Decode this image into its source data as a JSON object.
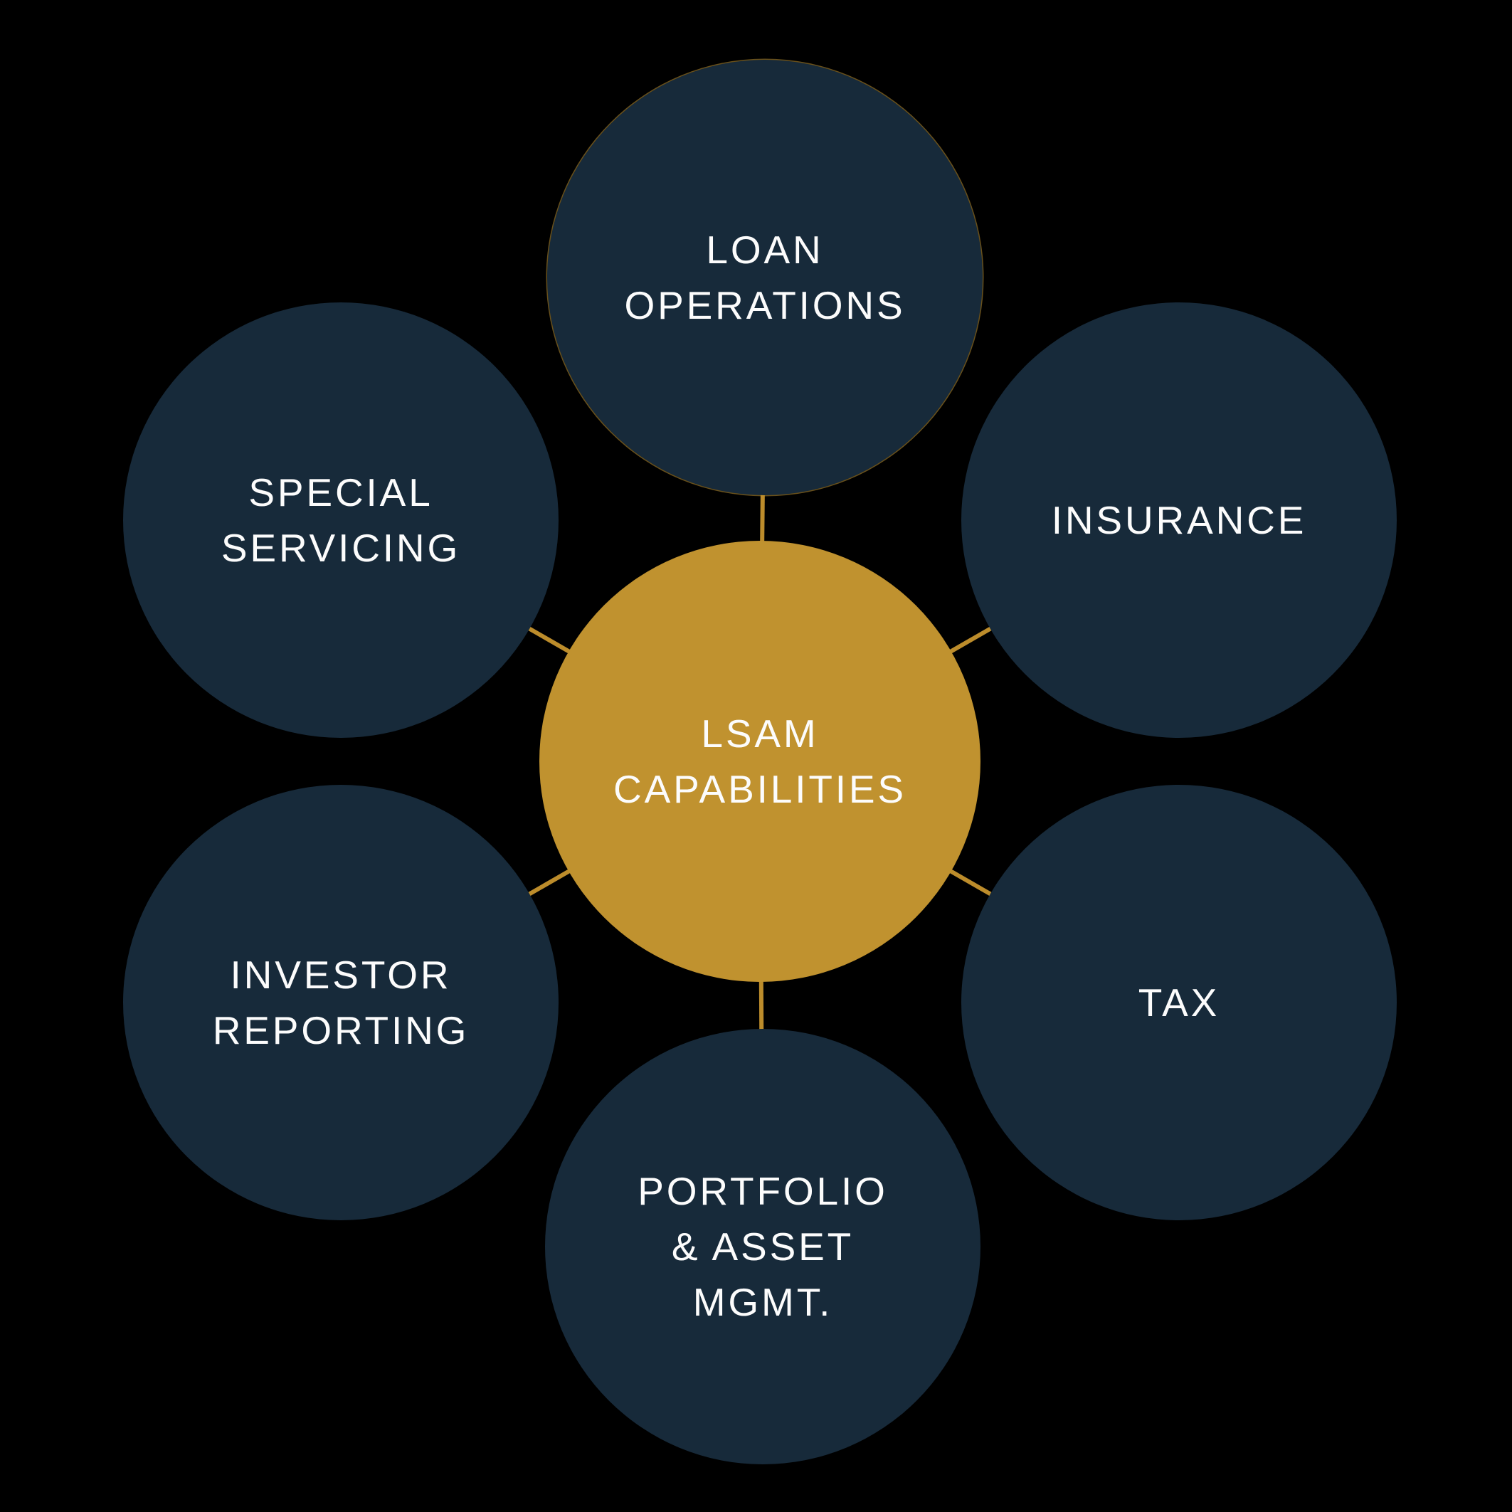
{
  "theme": {
    "background": "#000000",
    "node_fill": "#172A3A",
    "center_fill": "#C0922F",
    "connector": "#BC8C2B",
    "text": "#FCFCFC"
  },
  "diagram": {
    "center_node": {
      "id": "lsam-capabilities",
      "label": "LSAM\nCAPABILITIES"
    },
    "nodes": [
      {
        "id": "loan-operations",
        "label": "LOAN\nOPERATIONS",
        "position": "top"
      },
      {
        "id": "insurance",
        "label": "INSURANCE",
        "position": "top-right"
      },
      {
        "id": "tax",
        "label": "TAX",
        "position": "bottom-right"
      },
      {
        "id": "portfolio-asset-mgmt",
        "label": "PORTFOLIO\n& ASSET\nMGMT.",
        "position": "bottom"
      },
      {
        "id": "investor-reporting",
        "label": "INVESTOR\nREPORTING",
        "position": "bottom-left"
      },
      {
        "id": "special-servicing",
        "label": "SPECIAL\nSERVICING",
        "position": "top-left"
      }
    ]
  }
}
